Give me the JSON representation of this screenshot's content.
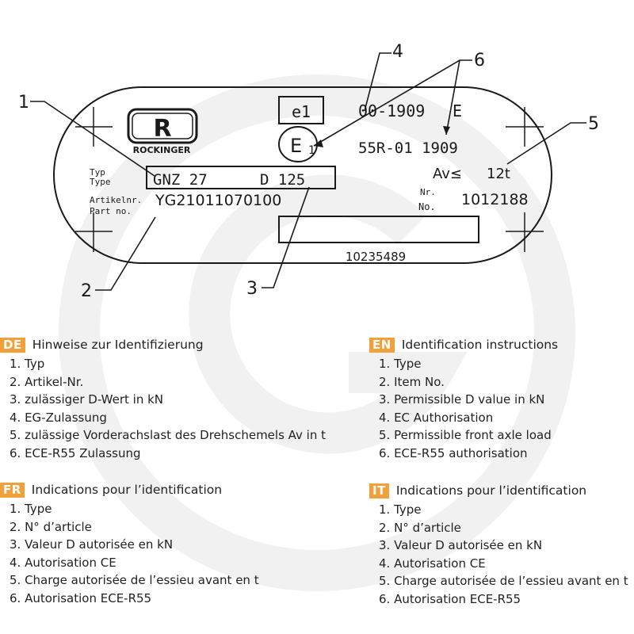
{
  "plate": {
    "brand": "ROCKINGER",
    "logo_letter": "R",
    "approval_mark": "e1",
    "approval_number": "00-1909",
    "approval_suffix": "E",
    "ece_letter": "E",
    "ece_index": "1",
    "ece_regulation": "55R-01 1909",
    "type_label_de": "Typ",
    "type_label_en": "Type",
    "type_value_a": "GNZ 27",
    "type_value_b": "D 125",
    "article_label_de": "Artikelnr.",
    "article_label_en": "Part no.",
    "article_value": "YG21011070100",
    "axle_load_label": "Av≤",
    "axle_load_value": "12t",
    "serial_label_de": "Nr.",
    "serial_label_en": "No.",
    "serial_value": "1012188",
    "bottom_code": "10235489"
  },
  "callouts": [
    "1",
    "2",
    "3",
    "4",
    "5",
    "6"
  ],
  "sections": [
    {
      "lang": "DE",
      "title": "Hinweise zur Identifizierung",
      "items": [
        "1. Typ",
        "2. Artikel-Nr.",
        "3. zulässiger D-Wert in kN",
        "4. EG-Zulassung",
        "5. zulässige Vorderachslast des Drehschemels Av in t",
        "6. ECE-R55 Zulassung"
      ]
    },
    {
      "lang": "EN",
      "title": "Identification instructions",
      "items": [
        "1. Type",
        "2. Item No.",
        "3. Permissible D value in kN",
        "4. EC Authorisation",
        "5. Permissible front axle load",
        "6. ECE-R55 authorisation"
      ]
    },
    {
      "lang": "FR",
      "title": "Indications pour l’identification",
      "items": [
        "1. Type",
        "2. N° d’article",
        "3. Valeur D autorisée en kN",
        "4. Autorisation CE",
        "5. Charge autorisée de l’essieu avant en t",
        "6. Autorisation ECE-R55"
      ]
    },
    {
      "lang": "IT",
      "title": "Indications pour l’identification",
      "items": [
        "1. Type",
        "2. N° d’article",
        "3. Valeur D autorisée en kN",
        "4. Autorisation CE",
        "5. Charge autorisée de l’essieu avant en t",
        "6. Autorisation ECE-R55"
      ]
    }
  ],
  "colors": {
    "badge": "#f0a13b",
    "line": "#1a1a1a",
    "watermark": "#f1f1f1"
  }
}
